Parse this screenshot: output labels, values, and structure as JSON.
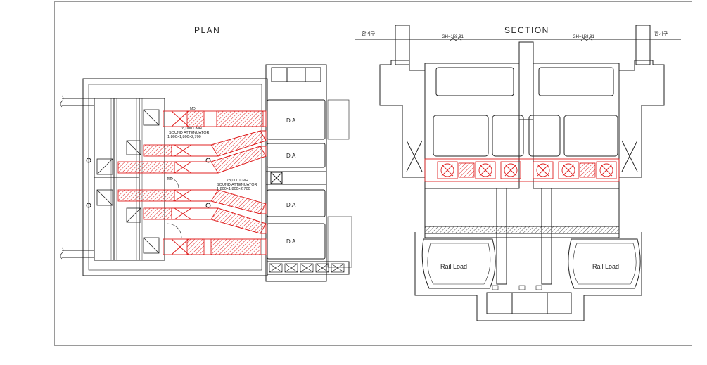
{
  "plan": {
    "title": "PLAN",
    "da_labels": [
      "D.A",
      "D.A",
      "D.A",
      "D.A"
    ],
    "md_labels": [
      "MD",
      "MD"
    ],
    "flow1": "78,000  CMH",
    "attenuator1_name": "SOUND ATTENUATOR",
    "attenuator1_size": "1,800×1,800×2,700",
    "flow2": "78,000  CMH",
    "attenuator2_name": "SOUND ATTENUATOR",
    "attenuator2_size": "1,800×1,800×2,700"
  },
  "section": {
    "title": "SECTION",
    "vent_left": "환기구",
    "vent_right": "환기구",
    "gh_left": "GH=158.81",
    "gh_right": "GH=158.81",
    "rail_left": "Rail Load",
    "rail_right": "Rail Load"
  },
  "colors": {
    "line": "#222222",
    "duct": "#e02020",
    "frame": "#9a9a9a"
  }
}
